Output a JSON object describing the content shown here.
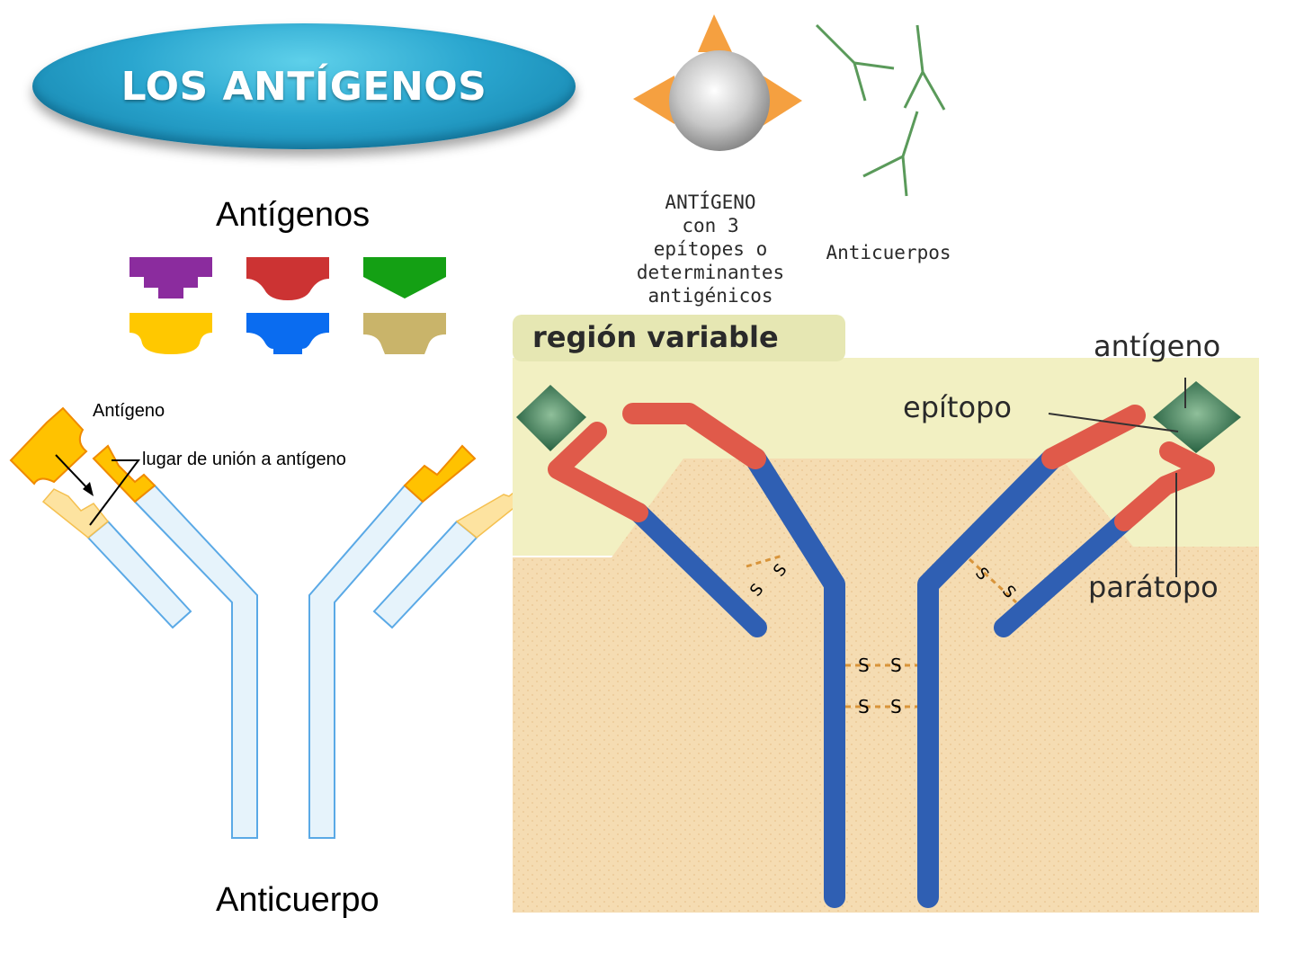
{
  "title": "LOS ANTÍGENOS",
  "left_panel": {
    "heading": "Antígenos",
    "shape_colors": [
      "#8b2c9e",
      "#cc3333",
      "#14a014",
      "#ffc800",
      "#0a6cf0",
      "#c9b46a"
    ],
    "antigen_label": "Antígeno",
    "binding_site_label": "lugar de unión a antígeno",
    "antibody_label": "Anticuerpo"
  },
  "top_figure": {
    "antigen_caption": [
      "ANTÍGENO",
      "con 3",
      "epítopes o",
      "determinantes",
      "antigénicos"
    ],
    "antibodies_caption": "Anticuerpos"
  },
  "right_figure": {
    "region_label": "región variable",
    "antigen_label": "antígeno",
    "epitope_label": "epítopo",
    "paratope_label": "parátopo",
    "bond_label": "S",
    "colors": {
      "heavy_chain": "#2f5fb3",
      "variable_tip": "#e05a4a",
      "antigen": "#2f6b47",
      "variable_bg": "#f2f0c2",
      "constant_bg": "#f5dcb2"
    }
  }
}
